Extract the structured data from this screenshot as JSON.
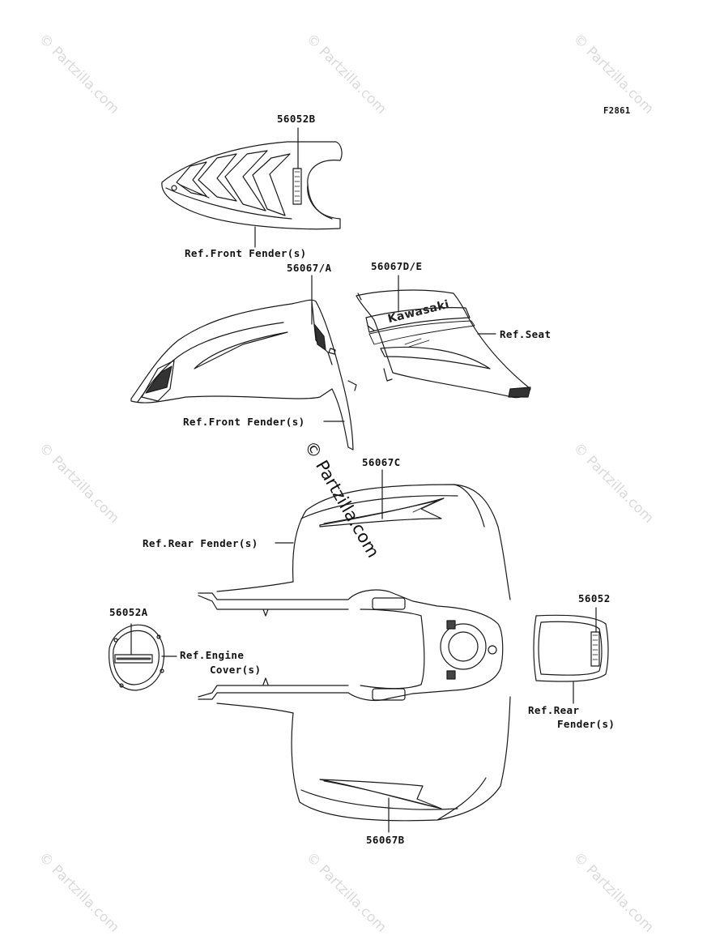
{
  "figure_code": "F2861",
  "watermark_text": "© Partzilla.com",
  "center_watermark_text": "© Partzilla.com",
  "decal_text": "Kawasaki",
  "labels": {
    "p56052B": "56052B",
    "ref_front_fender_top": "Ref.Front Fender(s)",
    "p56067A": "56067/A",
    "p56067DE": "56067D/E",
    "ref_seat": "Ref.Seat",
    "ref_front_fender_mid": "Ref.Front Fender(s)",
    "p56067C": "56067C",
    "ref_rear_fender_top": "Ref.Rear Fender(s)",
    "p56052A": "56052A",
    "ref_engine_line1": "Ref.Engine",
    "ref_engine_line2": "Cover(s)",
    "p56052": "56052",
    "ref_rear_fender_right_line1": "Ref.Rear",
    "ref_rear_fender_right_line2": "Fender(s)",
    "p56067B": "56067B"
  }
}
